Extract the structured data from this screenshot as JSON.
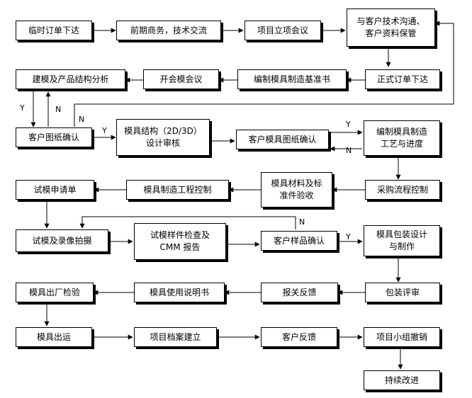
{
  "nodes": {
    "n1": "临时订单下达",
    "n2": "前期商务，技术交流",
    "n3": "项目立项会议",
    "n4": "与客户技术沟通、\n客户资料保管",
    "n5": "正式订单下达",
    "n6": "编制模具制造基准书",
    "n7": "开会模会议",
    "n8": "建模及产品结构分析",
    "n9": "客户图纸确认",
    "n10": "模具结构（2D/3D）\n设计审核",
    "n11": "客户模具图纸确认",
    "n12": "编制模具制造\n工艺与进度",
    "n13": "采购流程控制",
    "n14": "模具材料及标\n准件验收",
    "n15": "模具制造工程控制",
    "n16": "试模申请单",
    "n17": "试模及录像拍摄",
    "n18": "试模样件检查及\nCMM 报告",
    "n19": "客户样品确认",
    "n20": "模具包装设计\n与制作",
    "n21": "包装评审",
    "n22": "报关反馈",
    "n23": "模具使用说明书",
    "n24": "模具出厂检验",
    "n25": "模具出运",
    "n26": "项目档案建立",
    "n27": "客户反馈",
    "n28": "项目小组撤销",
    "n29": "持续改进"
  },
  "labels": {
    "y1": "Y",
    "n1": "N",
    "n2": "N",
    "y2": "Y",
    "y3": "Y",
    "n3": "N",
    "n4": "N",
    "y4": "Y"
  }
}
